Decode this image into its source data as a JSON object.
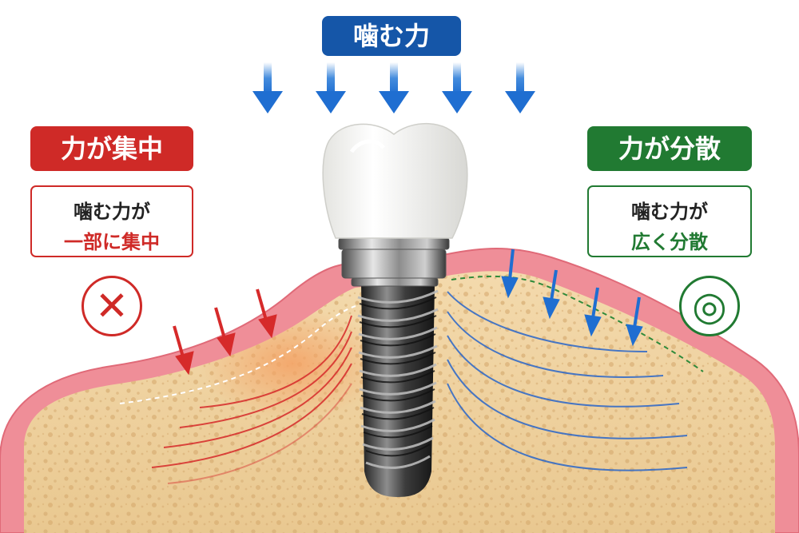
{
  "top_label": {
    "text": "噛む力",
    "color": "#1556a8"
  },
  "left_panel": {
    "title": "力が集中",
    "title_color": "#cf2a27",
    "line1": "噛む力が",
    "line2": "一部に集中",
    "mark": "✕",
    "color": "#cf2a27"
  },
  "right_panel": {
    "title": "力が分散",
    "title_color": "#217a32",
    "line1": "噛む力が",
    "line2": "広く分散",
    "mark": "◎",
    "color": "#217a32"
  },
  "colors": {
    "gum": "#ef8e98",
    "gum_edge": "#e5707c",
    "bone": "#f1d5a6",
    "bone_pore": "#d9b27b",
    "down_arrow": "#2f7fd9",
    "stress_red": "#d62a2a",
    "stress_blue": "#2a66c9",
    "metal_dark": "#2b2b2b",
    "metal_light": "#a9a9a9",
    "crown": "#f7f7f5"
  }
}
